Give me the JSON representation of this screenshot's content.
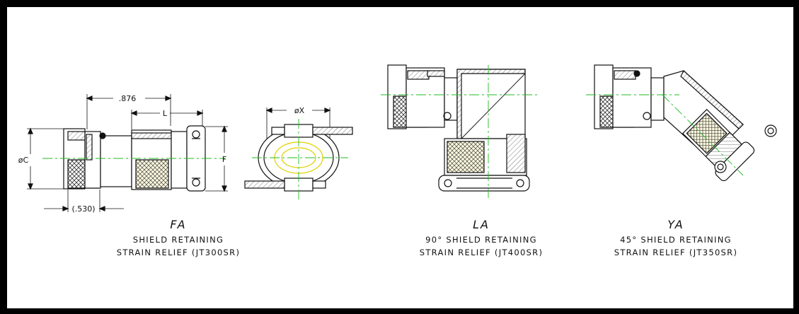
{
  "dimensions": {
    "a": ".876",
    "l": "L",
    "c": "øC",
    "f": "F",
    "b": "(.530)",
    "x": "øX"
  },
  "captions": [
    {
      "code": "FA",
      "line1": "SHIELD RETAINING",
      "line2": "STRAIN RELIEF (JT300SR)"
    },
    {
      "code": "LA",
      "line1": "90° SHIELD RETAINING",
      "line2": "STRAIN RELIEF (JT400SR)"
    },
    {
      "code": "YA",
      "line1": "45° SHIELD RETAINING",
      "line2": "STRAIN RELIEF (JT350SR)"
    }
  ],
  "colors": {
    "frame": "#000000",
    "outline": "#111111",
    "centerline": "#22bb22",
    "wire": "#e0d000",
    "hatch": "#666666"
  }
}
